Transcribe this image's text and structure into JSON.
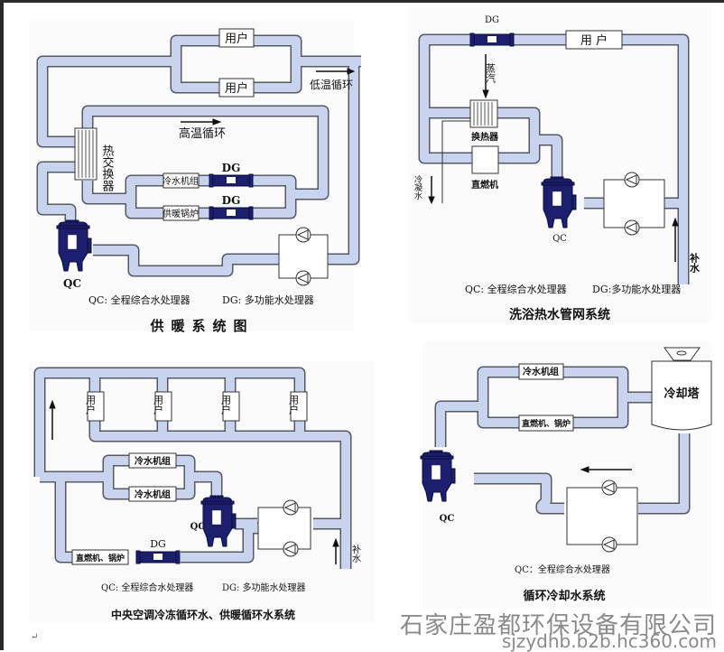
{
  "diagrams": {
    "heating": {
      "title": "供暖系统图",
      "user1": "用户",
      "user2": "用户",
      "low_temp_loop": "低温循环",
      "high_temp_loop": "高温循环",
      "heat_exchanger": "热交换器",
      "chiller": "冷水机组",
      "boiler": "供暖锅炉",
      "dg1": "DG",
      "dg2": "DG",
      "qc": "QC",
      "legend_qc": "QC: 全程综合水处理器",
      "legend_dg": "DG: 多功能水处理器"
    },
    "bath": {
      "title": "洗浴热水管网系统",
      "dg": "DG",
      "user": "用 户",
      "steam": "蒸汽",
      "heat_exchanger": "换热器",
      "direct_fired": "直燃机",
      "condensate": "冷凝水",
      "qc": "QC",
      "makeup": "补水",
      "legend_qc": "QC:  全程综合水处理器",
      "legend_dg": "DG:多功能水处理器"
    },
    "hvac": {
      "title": "中央空调冷冻循环水、供暖循环水系统",
      "users": [
        "用户",
        "用户",
        "用户",
        "用户"
      ],
      "chiller1": "冷水机组",
      "chiller2": "冷水机组",
      "qc": "QC",
      "dg": "DG",
      "burner_boiler": "直燃机、锅炉",
      "makeup": "补水",
      "legend_qc": "QC: 全程综合水处理器",
      "legend_dg": "DG: 多功能水处理器"
    },
    "cooling": {
      "title": "循环冷却水系统",
      "chiller": "冷水机组",
      "burner_boiler": "直燃机、锅炉",
      "tower": "冷却塔",
      "qc": "QC",
      "legend_qc": "QC：全程综合水处理器"
    }
  },
  "watermark": {
    "company": "石家庄盈都环保设备有限公司",
    "url": "sjzydhb.b2b.hc360.com"
  },
  "colors": {
    "pipe": "#c8d4ee",
    "pipe_outline": "#555a66",
    "device": "#1b1f6e"
  }
}
